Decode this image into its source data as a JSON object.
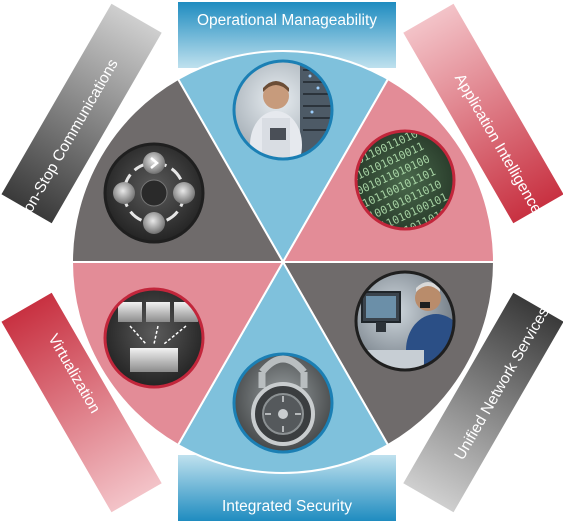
{
  "diagram": {
    "colors": {
      "blue": "#7fc1dc",
      "pink": "#e38c97",
      "gray": "#6f6b6b",
      "blue_ring": "#1b7fb4",
      "pink_ring": "#c2263b",
      "gray_ring": "#3f3f3f",
      "gray_tab": "#3e3e3e",
      "red_tab": "#c83141"
    },
    "segments": [
      {
        "label": "Operational Manageability",
        "color": "blue",
        "icon": "person-datacenter-photo"
      },
      {
        "label": "Application Intelligence",
        "color": "pink",
        "icon": "binary-code-photo"
      },
      {
        "label": "Unified Network Services",
        "color": "gray",
        "icon": "person-phone-monitor-photo"
      },
      {
        "label": "Integrated Security",
        "color": "blue",
        "icon": "padlock-photo"
      },
      {
        "label": "Virtualization",
        "color": "pink",
        "icon": "virtual-servers-icon"
      },
      {
        "label": "Non-Stop Communications",
        "color": "gray",
        "icon": "redundant-circle-icon"
      }
    ]
  }
}
